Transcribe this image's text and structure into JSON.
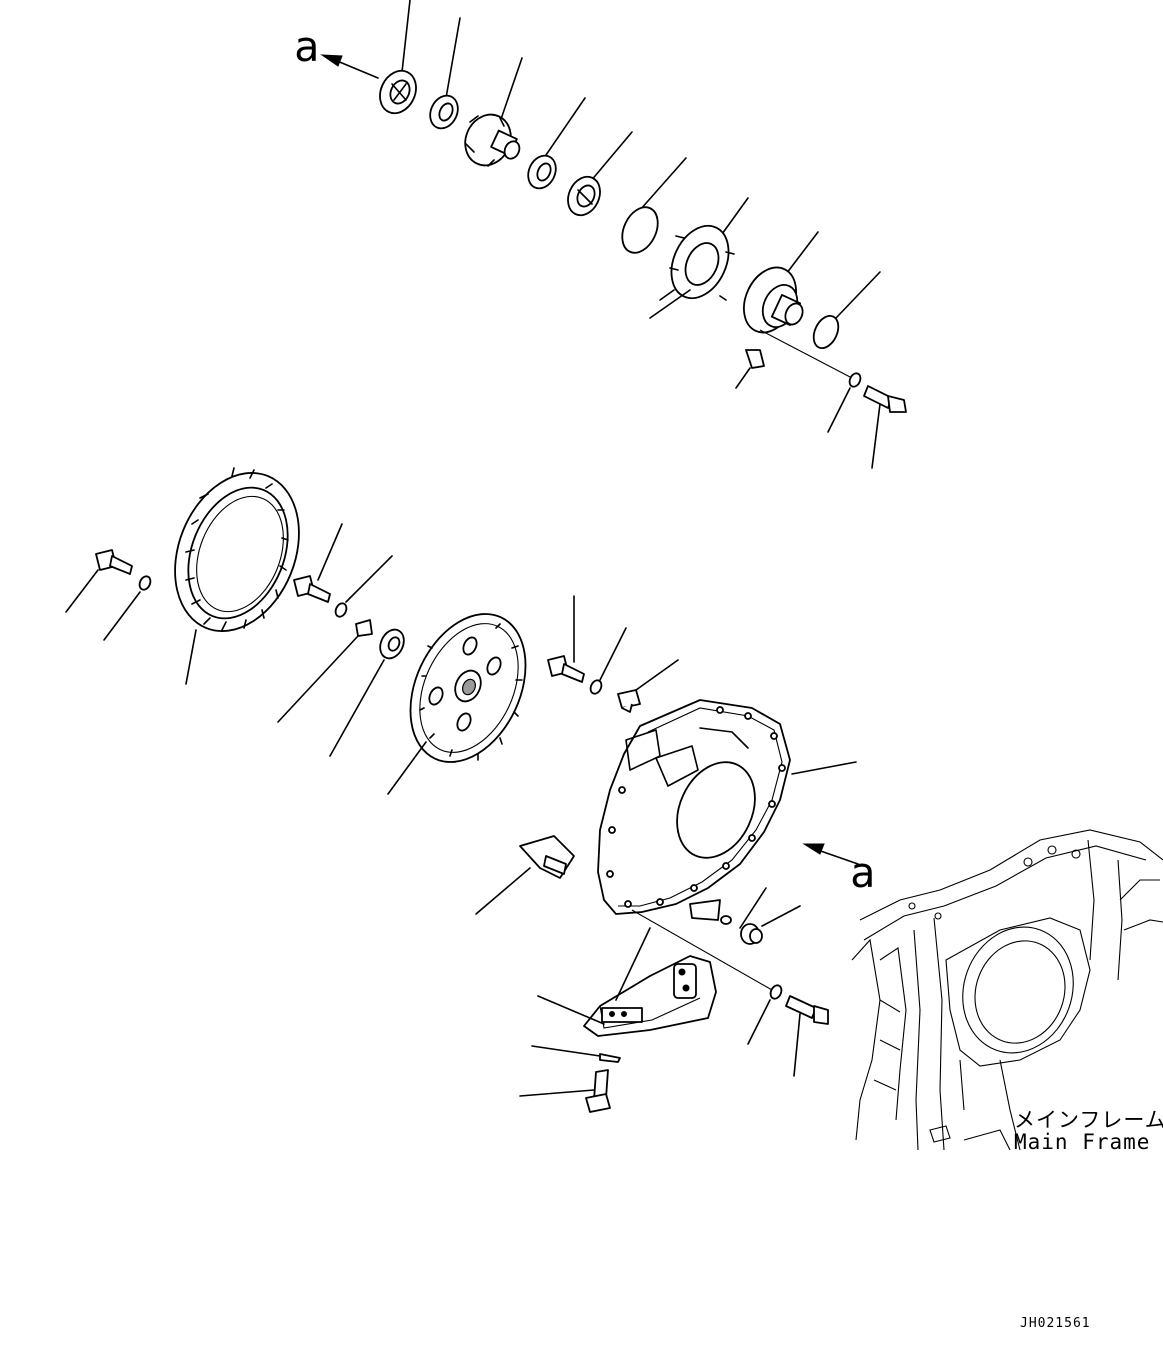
{
  "labels": {
    "arrow_a_top": "a",
    "arrow_a_right": "a",
    "frame_jp": "メインフレーム",
    "frame_en": "Main Frame",
    "drawing_no": "JH021561"
  },
  "colors": {
    "line": "#000000",
    "background": "#ffffff",
    "shade": "#9a9a9a"
  }
}
